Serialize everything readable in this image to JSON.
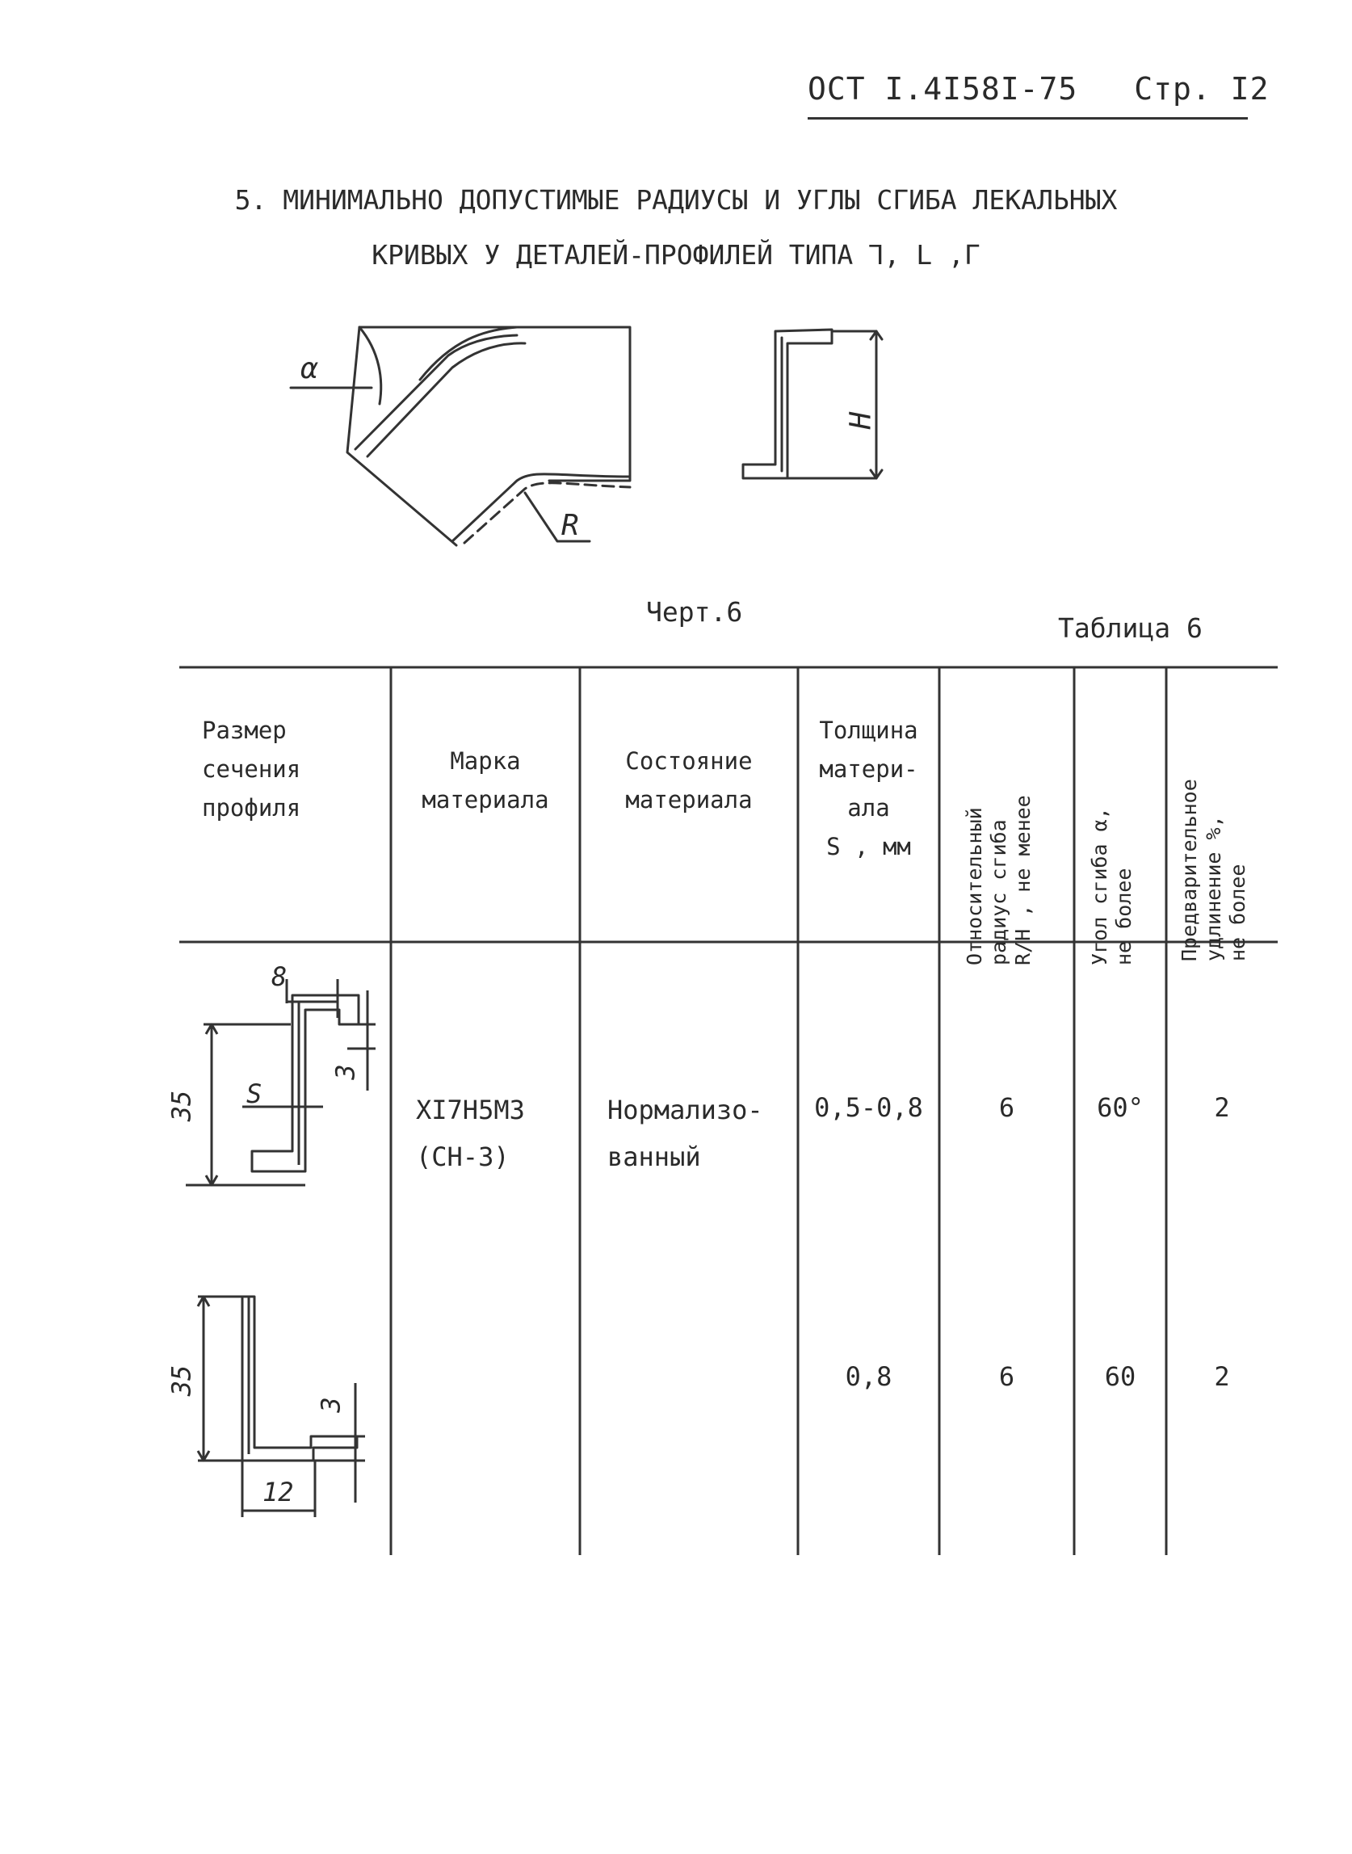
{
  "header": {
    "doc_code": "ОСТ I.4I58I-75",
    "page_label": "Стр. I2"
  },
  "section": {
    "title_line1": "5. МИНИМАЛЬНО ДОПУСТИМЫЕ РАДИУСЫ И УГЛЫ СГИБА ЛЕКАЛЬНЫХ",
    "title_line2": "КРИВЫХ У ДЕТАЛЕЙ-ПРОФИЛЕЙ ТИПА Ꞁ, L ,Г"
  },
  "figure": {
    "caption": "Черт.6",
    "label_alpha": "α",
    "label_R": "R",
    "label_H": "H"
  },
  "table": {
    "caption": "Таблица 6",
    "columns": {
      "size": [
        "Размер",
        "сечения",
        "профиля"
      ],
      "grade": [
        "Марка",
        "материала"
      ],
      "state": [
        "Состояние",
        "материала"
      ],
      "thickness": [
        "Толщина",
        "матери-",
        "ала",
        "S , мм"
      ],
      "radius": [
        "Относительный",
        "радиус сгиба",
        "R/H , не менее"
      ],
      "angle": [
        "Угол сгиба α,",
        "не более"
      ],
      "elongation": [
        "Предварительное",
        "удлинение %,",
        "не более"
      ]
    },
    "profile1": {
      "dim_width": "8",
      "dim_height": "35",
      "dim_flange": "3",
      "dim_s": "S"
    },
    "profile2": {
      "dim_height": "35",
      "dim_flange": "3",
      "dim_width": "12"
    },
    "rows": [
      {
        "grade_line1": "XI7H5M3",
        "grade_line2": "(СН-3)",
        "state_line1": "Нормализо-",
        "state_line2": "ванный",
        "thickness": "0,5-0,8",
        "radius": "6",
        "angle": "60°",
        "elongation": "2"
      },
      {
        "thickness": "0,8",
        "radius": "6",
        "angle": "60",
        "elongation": "2"
      }
    ]
  }
}
